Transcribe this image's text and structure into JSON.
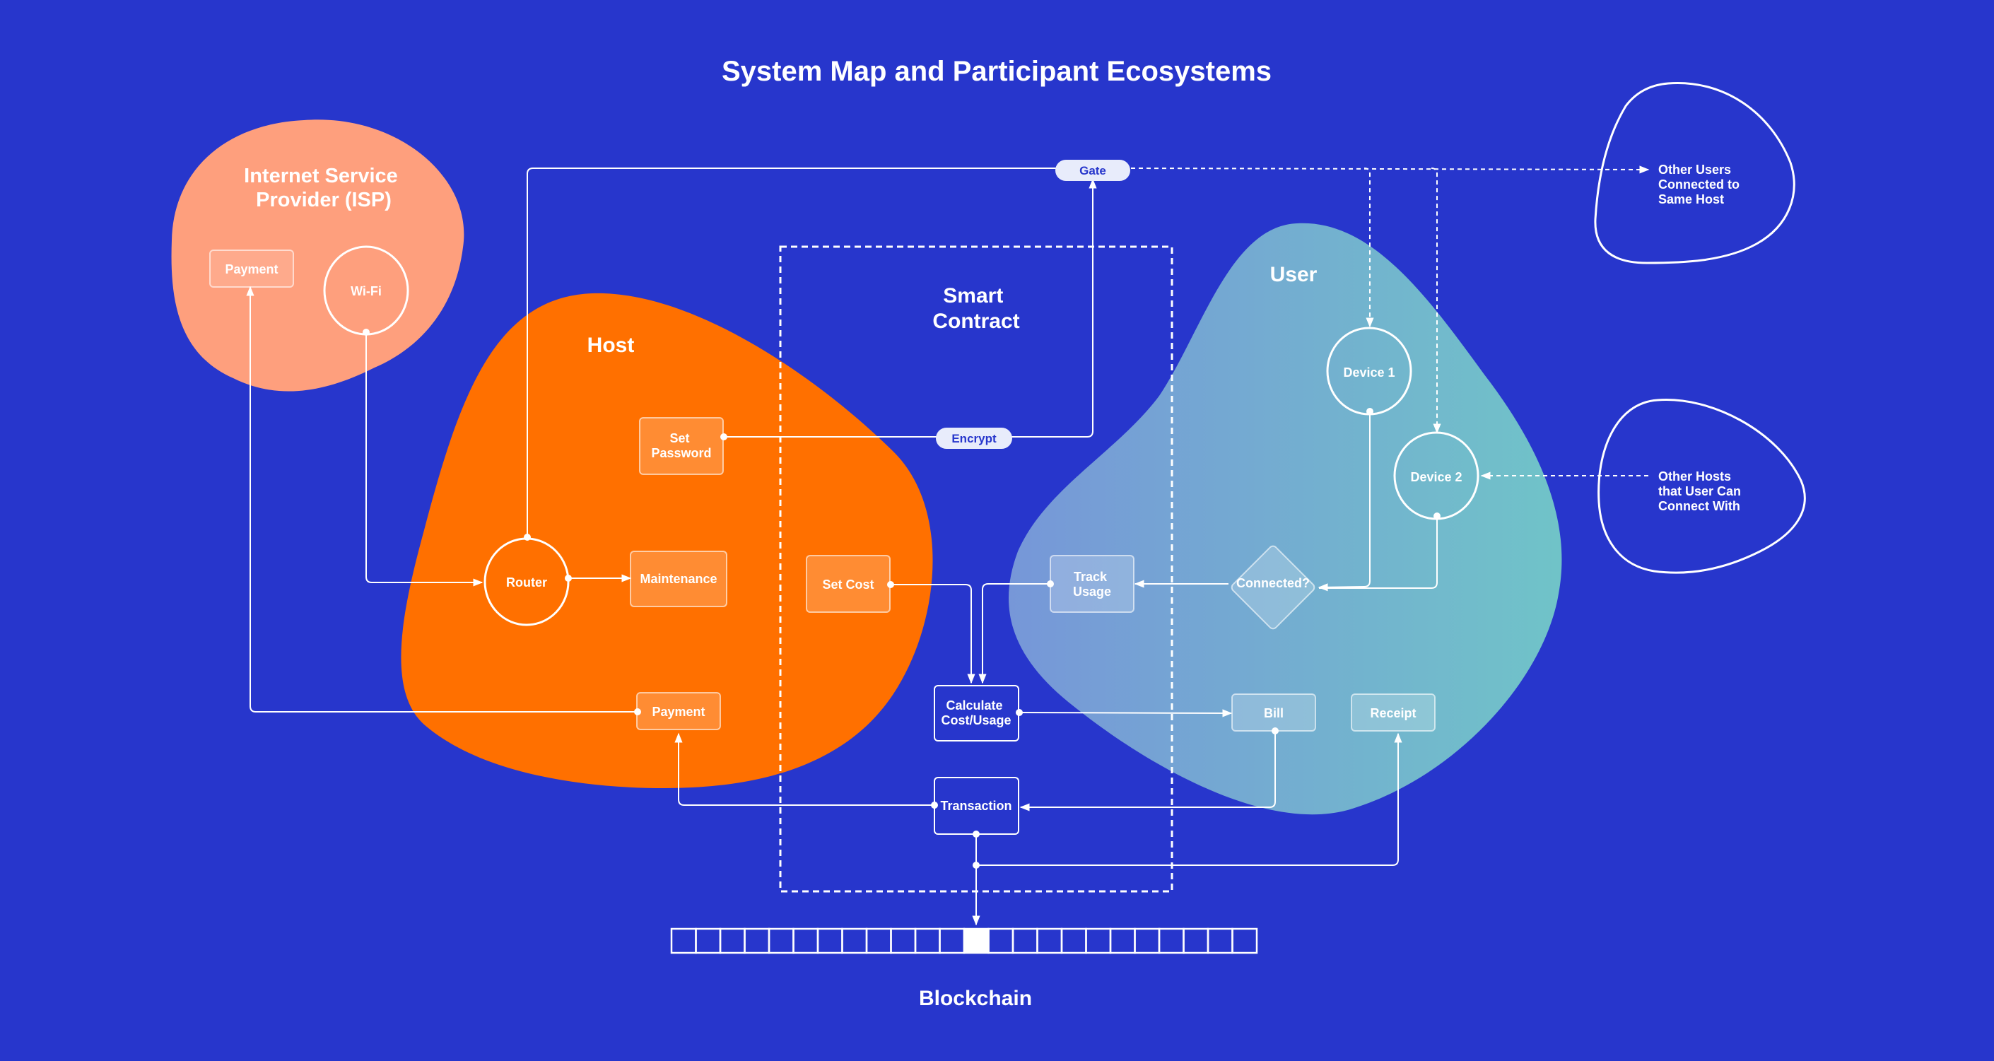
{
  "title": "System Map and Participant Ecosystems",
  "colors": {
    "background": "#2736cc",
    "isp_blob": "#fe9f7d",
    "host_blob": "#ff7000",
    "user_blob_start": "#7b9cd9",
    "user_blob_end": "#74cbc8",
    "line": "#ffffff",
    "pill_fill": "#e8ecfb",
    "pill_text": "#2736cc"
  },
  "regions": {
    "isp": "Internet Service Provider (ISP)",
    "host": "Host",
    "smart_contract": "Smart Contract",
    "user": "User"
  },
  "nodes": {
    "isp_payment": "Payment",
    "wifi": "Wi-Fi",
    "router": "Router",
    "maintenance": "Maintenance",
    "set_password": "Set Password",
    "host_payment": "Payment",
    "set_cost": "Set Cost",
    "calculate": "Calculate Cost/Usage",
    "transaction": "Transaction",
    "track_usage": "Track Usage",
    "connected": "Connected?",
    "device1": "Device 1",
    "device2": "Device 2",
    "bill": "Bill",
    "receipt": "Receipt",
    "gate": "Gate",
    "encrypt": "Encrypt"
  },
  "external": {
    "other_users": "Other Users Connected to Same Host",
    "other_hosts": "Other Hosts that User Can Connect With"
  },
  "blockchain": {
    "label": "Blockchain",
    "block_count": 24,
    "highlighted_block": 12
  }
}
